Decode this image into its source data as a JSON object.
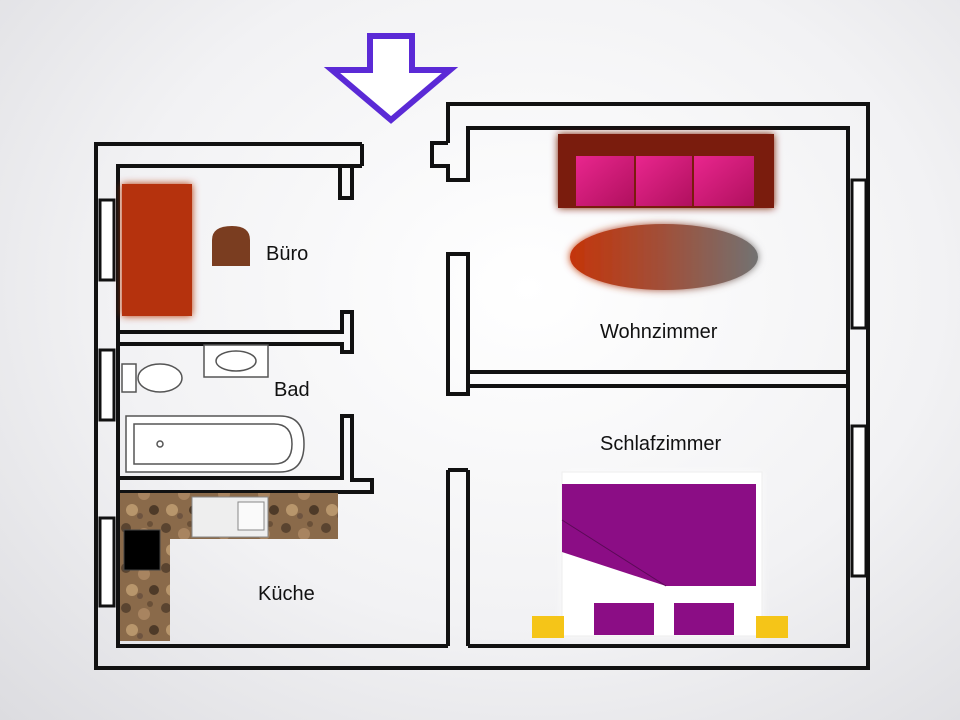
{
  "rooms": {
    "buero": "Büro",
    "bad": "Bad",
    "kueche": "Küche",
    "wohnzimmer": "Wohnzimmer",
    "schlafzimmer": "Schlafzimmer"
  },
  "colors": {
    "entrance_arrow": "#5b2ad6",
    "desk": "#b5320a",
    "chair": "#7a3d20",
    "sofa_frame": "#7a1c10",
    "sofa_cushion": "#d0197a",
    "rug_start": "#c4350a",
    "rug_end": "#727272",
    "bed": "#8b0d85",
    "bed_pillow": "#8b0d85",
    "nightstand": "#f5c518",
    "kitchen_counter": "#8a6a4a",
    "stove": "#000000",
    "wall": "#111111"
  },
  "icons": {
    "entrance": "down-arrow-icon"
  }
}
